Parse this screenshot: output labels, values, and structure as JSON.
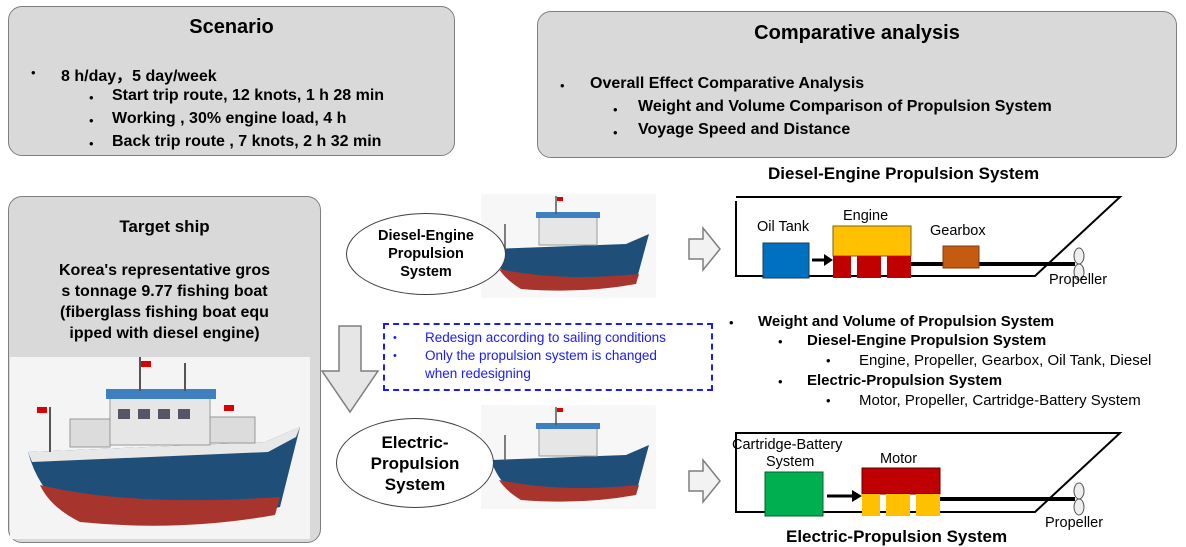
{
  "scenario": {
    "title": "Scenario",
    "main_bullet": "8 h/day，5 day/week",
    "sub_bullets": [
      "Start trip route, 12 knots, 1 h 28 min",
      "Working , 30% engine load, 4 h",
      "Back trip route , 7 knots, 2 h 32 min"
    ]
  },
  "comparative": {
    "title": "Comparative analysis",
    "main_bullet": "Overall Effect Comparative Analysis",
    "sub_bullets": [
      "Weight and Volume Comparison of  Propulsion System",
      "Voyage Speed and Distance"
    ]
  },
  "target_ship": {
    "title": "Target ship",
    "description_lines": [
      "Korea's representative gros",
      "s tonnage 9.77 fishing boat",
      "(fiberglass fishing boat equ",
      "ipped with diesel engine)"
    ]
  },
  "diesel_ellipse": {
    "lines": [
      "Diesel-Engine",
      "Propulsion",
      "System"
    ]
  },
  "electric_ellipse": {
    "lines": [
      "Electric-",
      "Propulsion",
      "System"
    ]
  },
  "redesign": {
    "bullets": [
      "Redesign according to sailing conditions",
      "Only the propulsion system is changed",
      "when redesigning"
    ]
  },
  "diesel_system": {
    "title": "Diesel-Engine Propulsion System",
    "oil_tank": "Oil Tank",
    "engine": "Engine",
    "gearbox": "Gearbox",
    "propeller": "Propeller"
  },
  "electric_system": {
    "title": "Electric-Propulsion System",
    "battery_line1": "Cartridge-Battery",
    "battery_line2": "System",
    "motor": "Motor",
    "propeller": "Propeller"
  },
  "weight_volume": {
    "heading": "Weight and Volume of  Propulsion System",
    "diesel_heading": "Diesel-Engine Propulsion System",
    "diesel_items": "Engine, Propeller, Gearbox, Oil Tank, Diesel",
    "electric_heading": "Electric-Propulsion System",
    "electric_items": "Motor, Propeller, Cartridge-Battery System"
  },
  "colors": {
    "box_gray": "#d9d9d9",
    "oil_tank_blue": "#0070c0",
    "engine_yellow": "#ffc000",
    "engine_red": "#c00000",
    "gearbox_orange": "#c55a11",
    "battery_green": "#00b050",
    "redesign_blue": "#1a1aff"
  }
}
